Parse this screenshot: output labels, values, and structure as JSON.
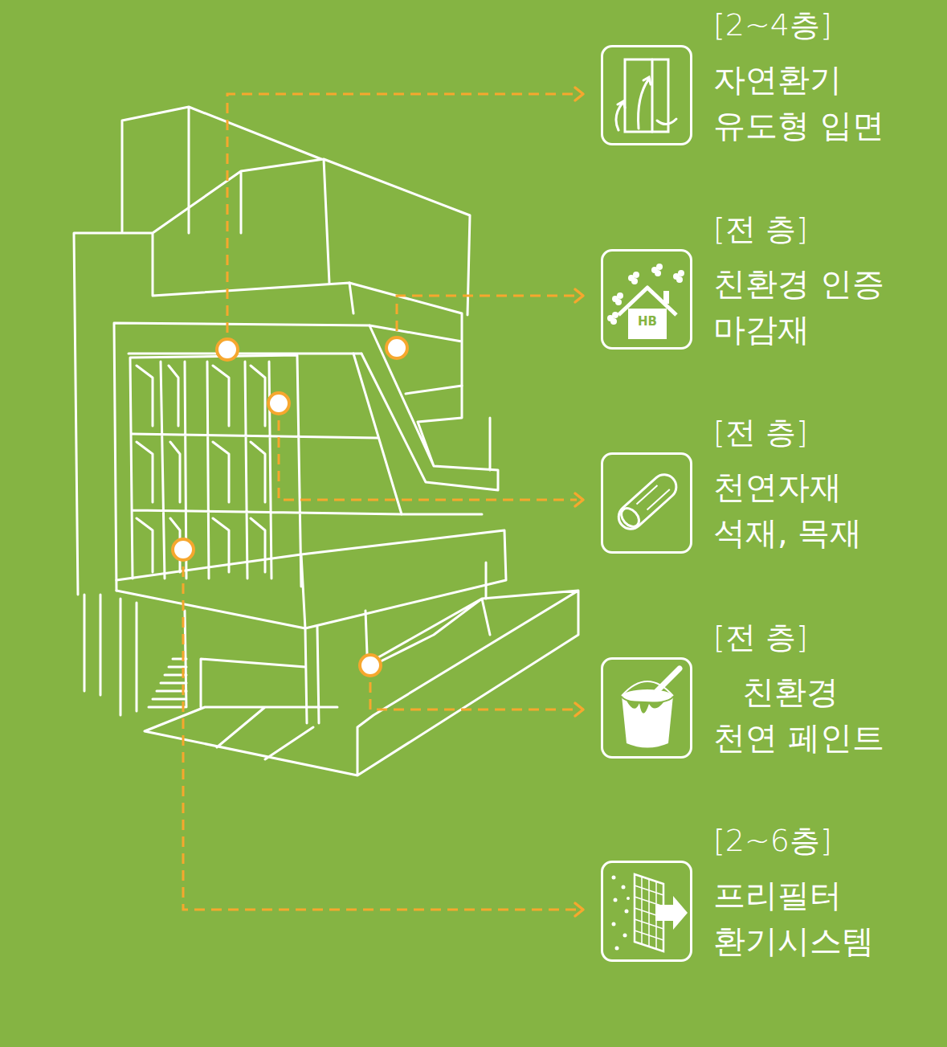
{
  "diagram": {
    "nodes": [
      {
        "text": [
          "[2~4층]",
          "자연환기 유도형 입면"
        ]
      },
      {
        "text": [
          "[전 층]",
          "친환경 인증 마감재"
        ]
      },
      {
        "text": [
          "[전 층]",
          "천연자재 석재, 목재"
        ]
      },
      {
        "text": [
          "[전 층]",
          "친환경 천연 페인트"
        ]
      },
      {
        "text": [
          "[2~6층]",
          "프리필터 환기시스템"
        ]
      }
    ],
    "labels": [
      "HB"
    ]
  }
}
